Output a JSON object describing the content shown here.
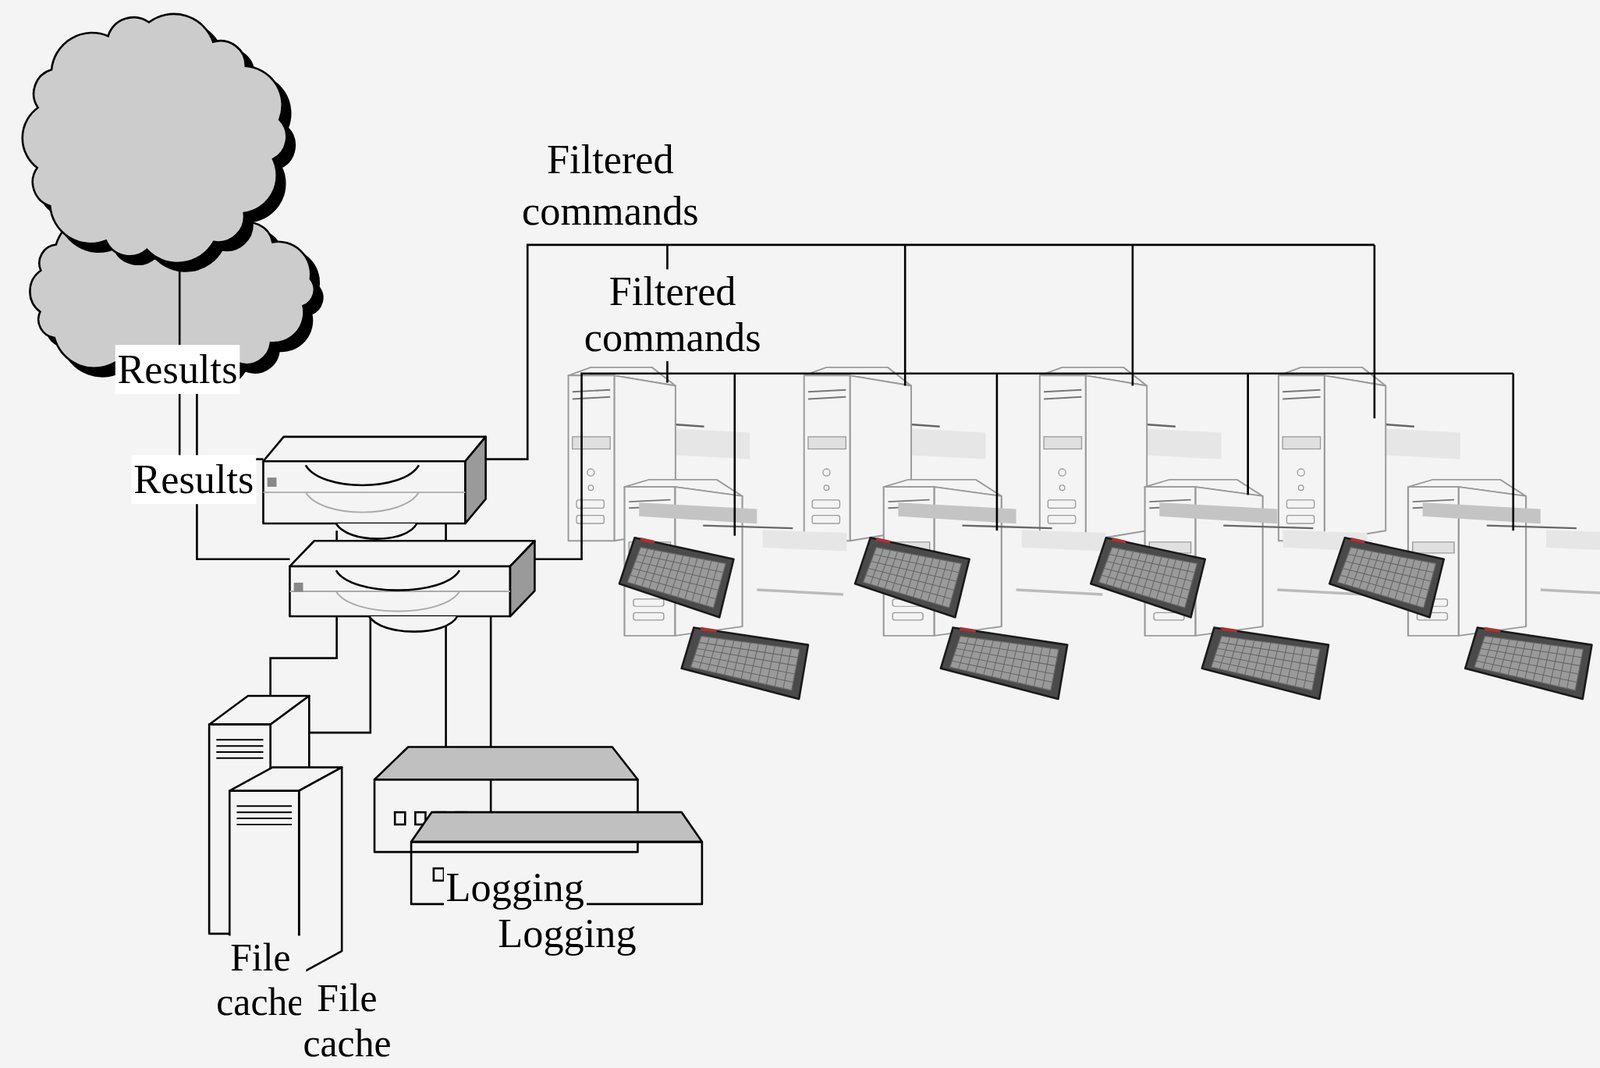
{
  "diagram": {
    "nodes": [
      {
        "text": [
          "File cache"
        ]
      },
      {
        "text": [
          "File cache"
        ]
      },
      {
        "text": [
          "Logging"
        ]
      },
      {
        "text": [
          "Logging"
        ]
      }
    ],
    "labels": [
      "Filtered commands",
      "Filtered commands",
      "Results",
      "Results"
    ]
  }
}
